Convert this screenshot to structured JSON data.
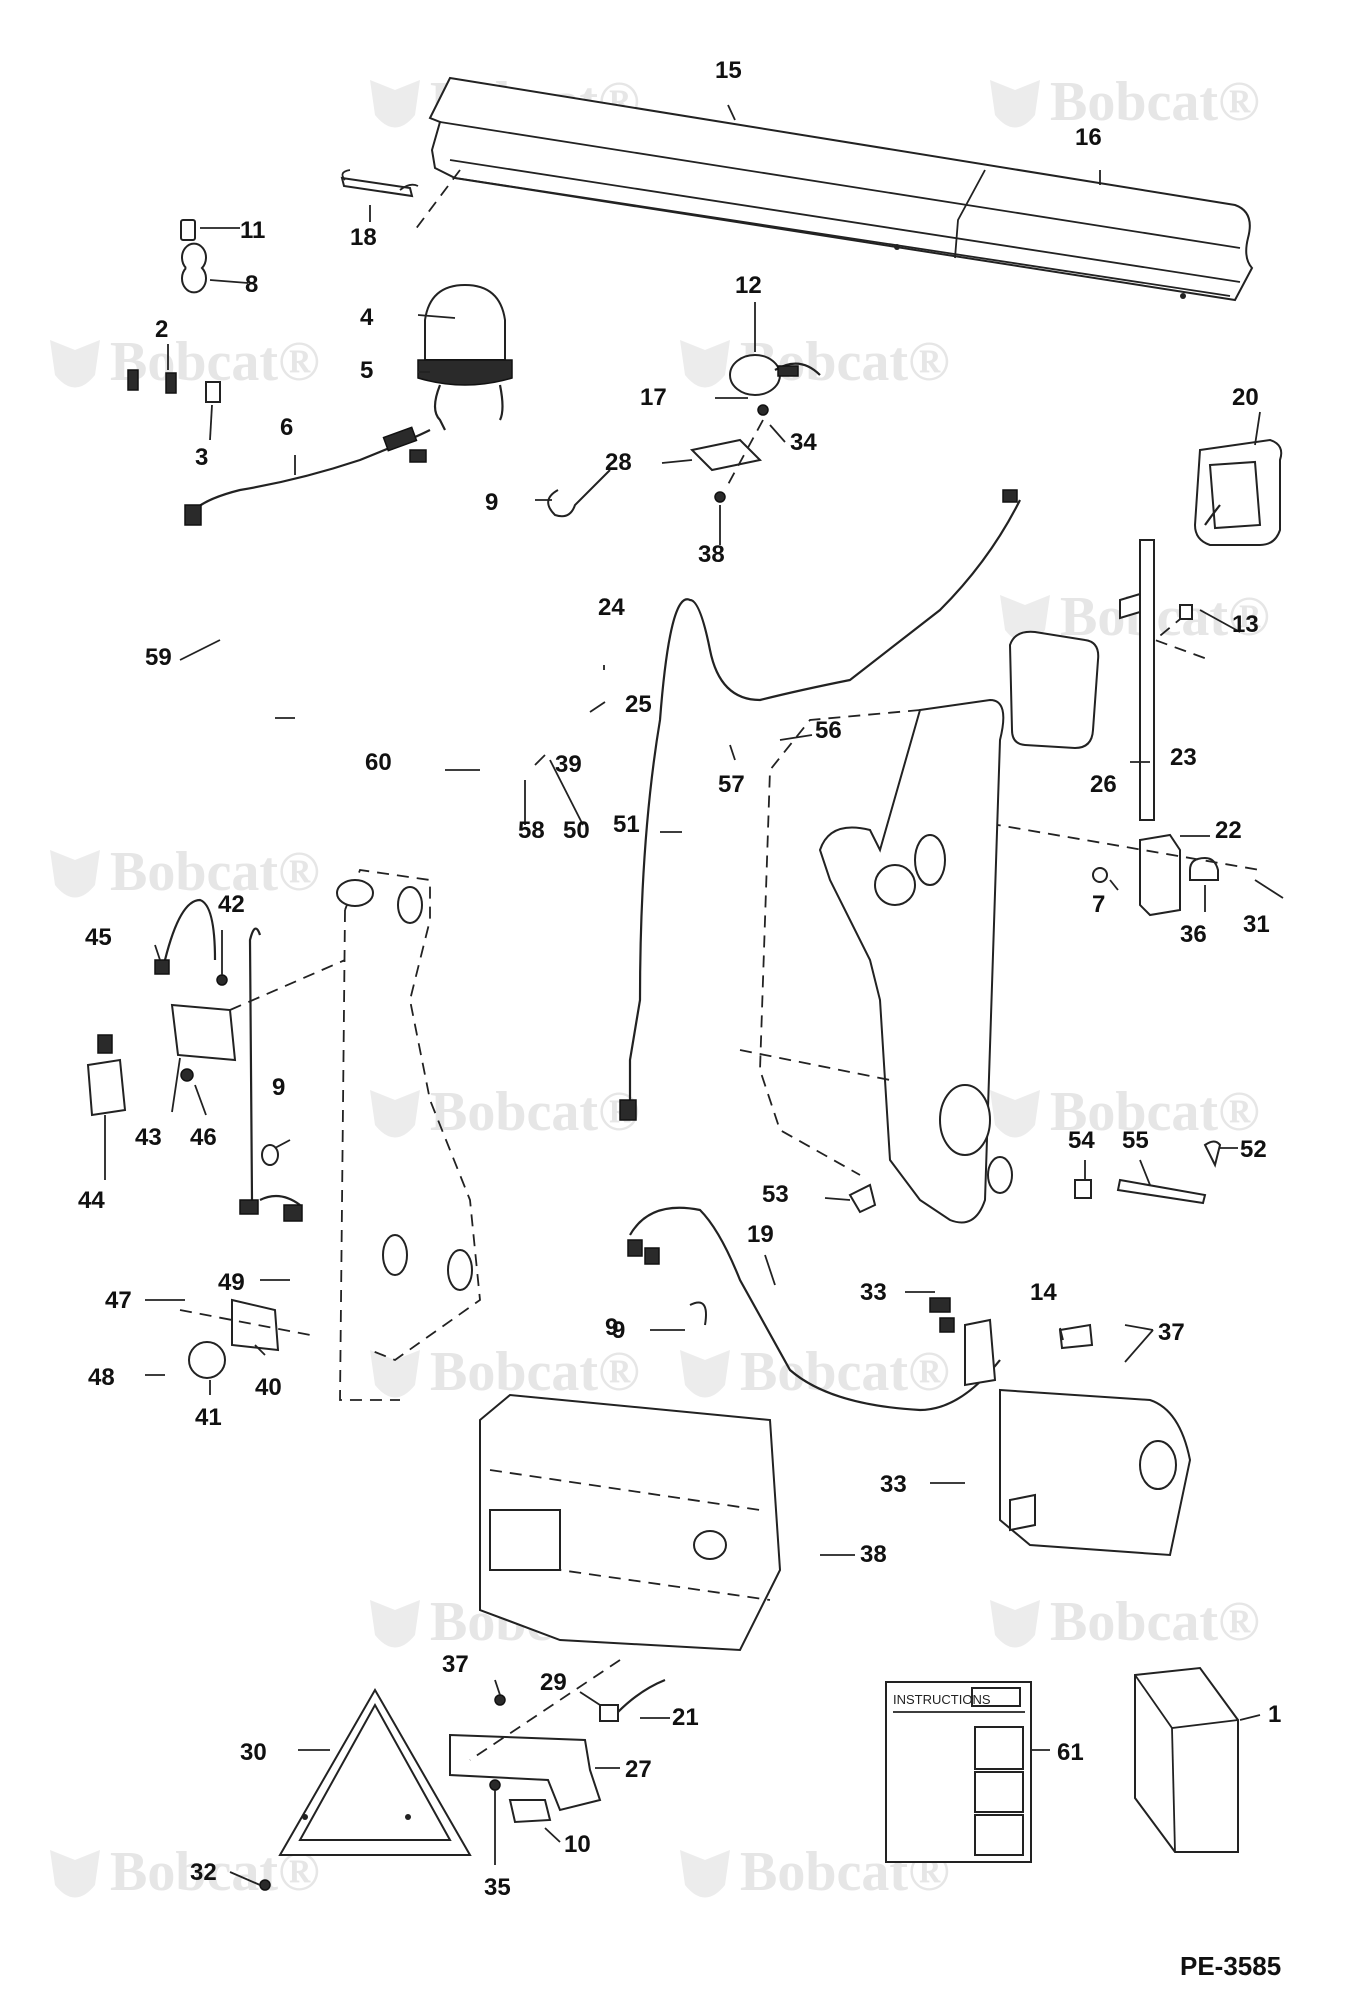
{
  "watermark": {
    "brand": "Bobcat",
    "mark": "®"
  },
  "figure_ref": "PE-3585",
  "instructions_label": "INSTRUCTIONS",
  "callouts": [
    "15",
    "16",
    "18",
    "11",
    "8",
    "4",
    "5",
    "2",
    "3",
    "6",
    "12",
    "17",
    "28",
    "34",
    "38",
    "9",
    "20",
    "13",
    "59",
    "24",
    "25",
    "60",
    "39",
    "58",
    "50",
    "56",
    "57",
    "51",
    "26",
    "23",
    "22",
    "7",
    "36",
    "31",
    "45",
    "42",
    "43",
    "46",
    "44",
    "9",
    "9",
    "54",
    "55",
    "52",
    "53",
    "19",
    "33",
    "14",
    "37",
    "9",
    "47",
    "49",
    "48",
    "40",
    "41",
    "33",
    "38",
    "37",
    "29",
    "21",
    "30",
    "27",
    "10",
    "35",
    "32",
    "61",
    "1"
  ]
}
